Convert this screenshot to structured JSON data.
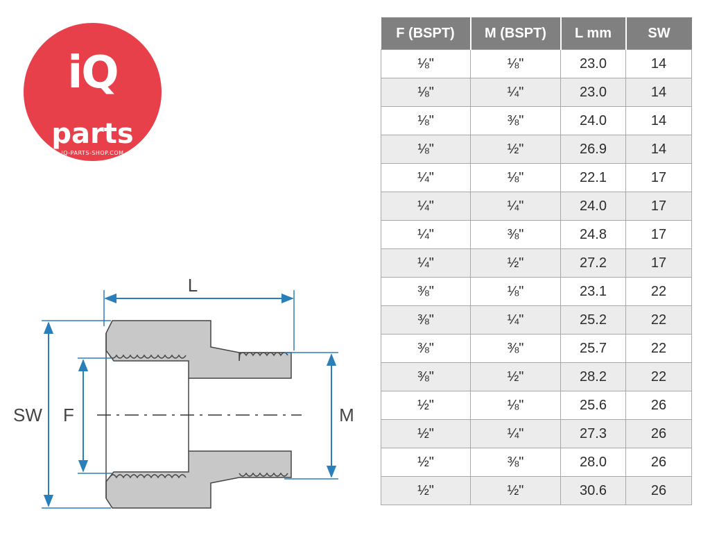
{
  "logo": {
    "mark": "iQ",
    "word": "parts",
    "url": "IQ-PARTS-SHOP.COM",
    "color": "#e8404a"
  },
  "drawing": {
    "labels": {
      "length": "L",
      "wrench": "SW",
      "female": "F",
      "male": "M"
    },
    "fill_color": "#c8c8c8",
    "dimension_color": "#2a7fb8"
  },
  "table": {
    "headers": [
      "F (BSPT)",
      "M (BSPT)",
      "L mm",
      "SW"
    ],
    "header_color": "#808080",
    "rows": [
      [
        "⅛\"",
        "⅛\"",
        "23.0",
        "14"
      ],
      [
        "⅛\"",
        "¼\"",
        "23.0",
        "14"
      ],
      [
        "⅛\"",
        "⅜\"",
        "24.0",
        "14"
      ],
      [
        "⅛\"",
        "½\"",
        "26.9",
        "14"
      ],
      [
        "¼\"",
        "⅛\"",
        "22.1",
        "17"
      ],
      [
        "¼\"",
        "¼\"",
        "24.0",
        "17"
      ],
      [
        "¼\"",
        "⅜\"",
        "24.8",
        "17"
      ],
      [
        "¼\"",
        "½\"",
        "27.2",
        "17"
      ],
      [
        "⅜\"",
        "⅛\"",
        "23.1",
        "22"
      ],
      [
        "⅜\"",
        "¼\"",
        "25.2",
        "22"
      ],
      [
        "⅜\"",
        "⅜\"",
        "25.7",
        "22"
      ],
      [
        "⅜\"",
        "½\"",
        "28.2",
        "22"
      ],
      [
        "½\"",
        "⅛\"",
        "25.6",
        "26"
      ],
      [
        "½\"",
        "¼\"",
        "27.3",
        "26"
      ],
      [
        "½\"",
        "⅜\"",
        "28.0",
        "26"
      ],
      [
        "½\"",
        "½\"",
        "30.6",
        "26"
      ]
    ]
  }
}
